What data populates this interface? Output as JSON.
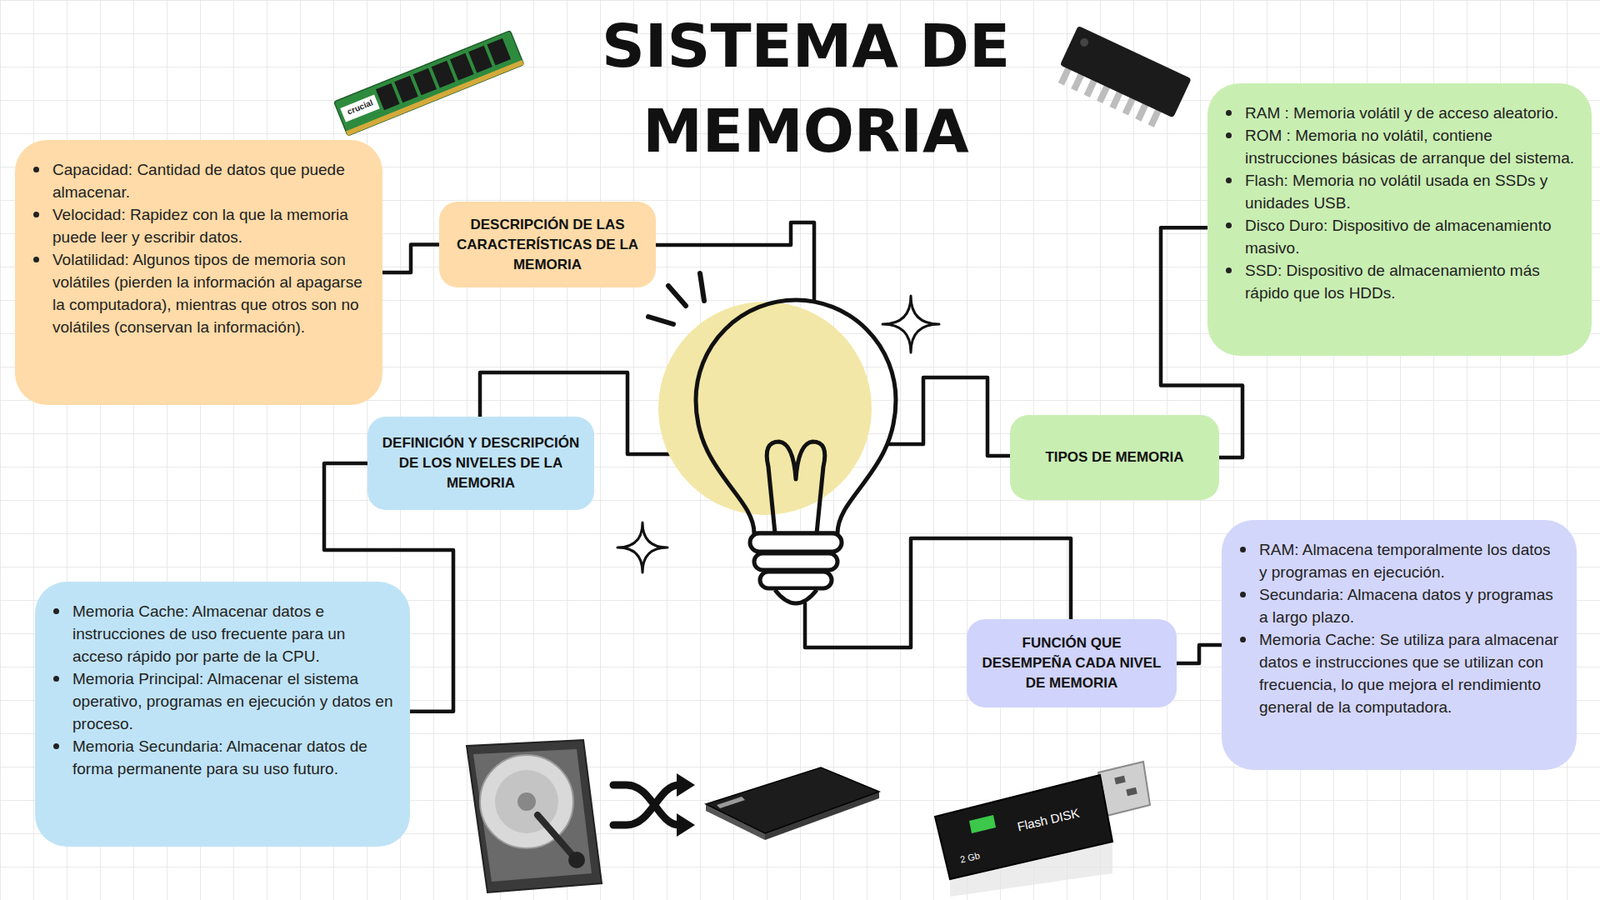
{
  "diagram": {
    "title": "SISTEMA DE MEMORIA",
    "nodes": [
      {
        "text": [
          "Capacidad: Cantidad de datos que puede almacenar.",
          "Velocidad: Rapidez con la que la memoria puede leer y escribir datos.",
          "Volatilidad: Algunos tipos de memoria son volátiles (pierden la información al apagarse la computadora), mientras que otros son no volátiles (conservan la información)."
        ]
      },
      {
        "text": [
          "DESCRIPCIÓN DE LAS CARACTERÍSTICAS DE LA MEMORIA"
        ]
      },
      {
        "text": [
          "RAM : Memoria volátil y de acceso aleatorio.",
          "ROM : Memoria no volátil, contiene instrucciones básicas de arranque del sistema.",
          "Flash: Memoria no volátil usada en SSDs y unidades USB.",
          "Disco Duro: Dispositivo de almacenamiento masivo.",
          "SSD: Dispositivo de almacenamiento más rápido que los HDDs."
        ]
      },
      {
        "text": [
          "TIPOS DE MEMORIA"
        ]
      },
      {
        "text": [
          "DEFINICIÓN Y DESCRIPCIÓN DE LOS NIVELES DE LA MEMORIA"
        ]
      },
      {
        "text": [
          "Memoria Cache: Almacenar datos e instrucciones de uso frecuente para un acceso rápido por parte de la CPU.",
          "Memoria Principal: Almacenar el sistema operativo, programas en ejecución y datos en proceso.",
          "Memoria Secundaria: Almacenar datos de forma permanente para su uso futuro."
        ]
      },
      {
        "text": [
          "FUNCIÓN QUE DESEMPEÑA CADA NIVEL DE MEMORIA"
        ]
      },
      {
        "text": [
          "RAM: Almacena temporalmente los datos y programas en ejecución.",
          "Secundaria: Almacena datos y programas a largo plazo.",
          "Memoria Cache: Se utiliza para almacenar datos e instrucciones que se utilizan con frecuencia, lo que mejora el rendimiento general de la computadora."
        ]
      }
    ],
    "edges": [
      {
        "from": 1,
        "to": 0,
        "arrow": "none"
      },
      {
        "from": 3,
        "to": 2,
        "arrow": "none"
      },
      {
        "from": 4,
        "to": 5,
        "arrow": "none"
      },
      {
        "from": 6,
        "to": 7,
        "arrow": "none"
      }
    ],
    "labels": [
      "crucial",
      "Flash DISK",
      "2 Gb"
    ]
  }
}
